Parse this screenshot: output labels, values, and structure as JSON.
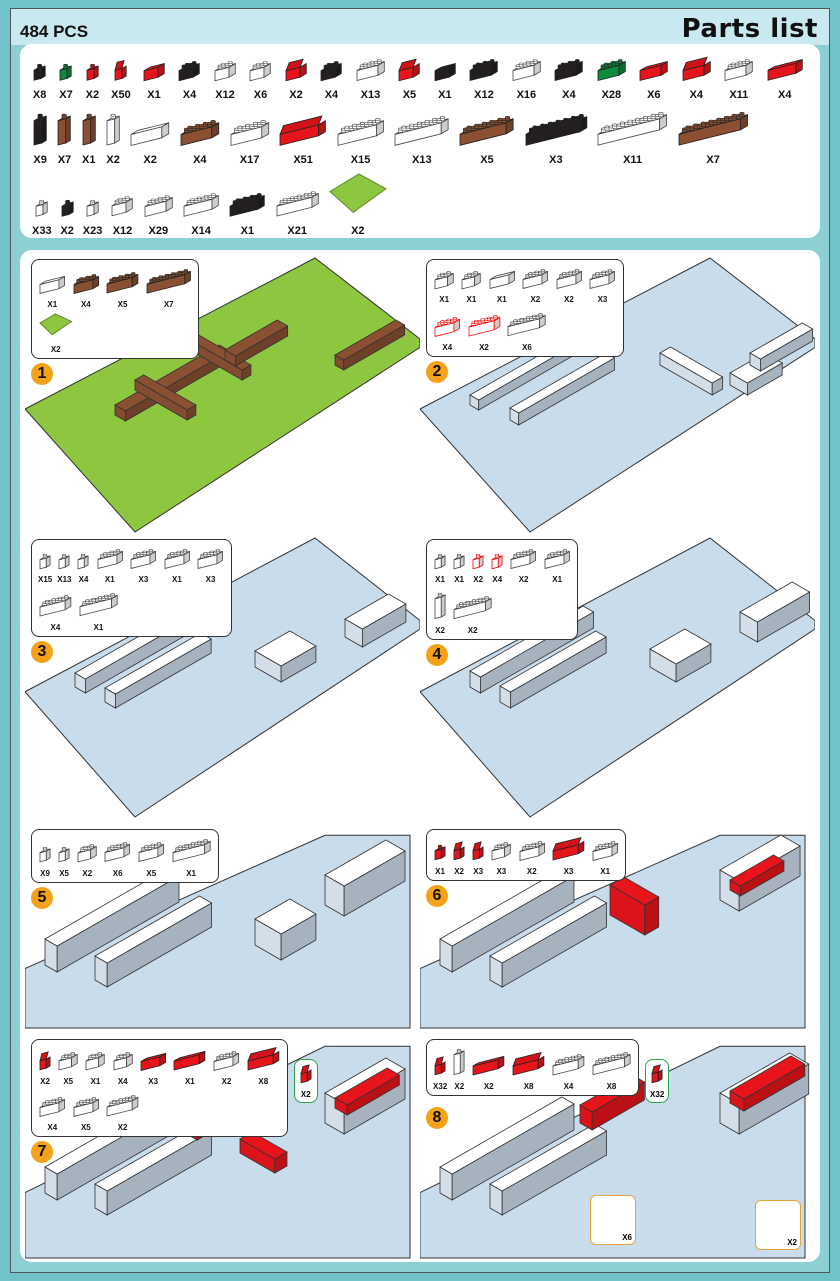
{
  "header": {
    "piece_count": "484 PCS",
    "title": "Parts list"
  },
  "colors": {
    "white": "#ffffff",
    "black": "#231f20",
    "red": "#e8141b",
    "green": "#0d8a3c",
    "brown": "#8b5032",
    "lime": "#8dc63f",
    "plate_blue": "#c9dcec",
    "badge": "#f5a21b"
  },
  "parts_rows": [
    [
      {
        "c": "black",
        "s": 1,
        "q": "X8"
      },
      {
        "c": "green",
        "s": 1,
        "q": "X7"
      },
      {
        "c": "red",
        "s": 1,
        "q": "X2"
      },
      {
        "c": "red",
        "s": 1,
        "q": "X50",
        "t": "slope"
      },
      {
        "c": "red",
        "s": 2,
        "q": "X1",
        "t": "smooth"
      },
      {
        "c": "black",
        "s": 2,
        "q": "X4"
      },
      {
        "c": "white",
        "s": 2,
        "q": "X12"
      },
      {
        "c": "white",
        "s": 2,
        "q": "X6"
      },
      {
        "c": "red",
        "s": 2,
        "q": "X2",
        "t": "slope"
      },
      {
        "c": "black",
        "s": 2,
        "q": "X4"
      },
      {
        "c": "white",
        "s": 3,
        "q": "X13"
      },
      {
        "c": "red",
        "s": 2,
        "q": "X5",
        "t": "slope"
      },
      {
        "c": "black",
        "s": 2,
        "q": "X1",
        "t": "smooth"
      },
      {
        "c": "black",
        "s": 3,
        "q": "X12"
      },
      {
        "c": "white",
        "s": 3,
        "q": "X16"
      },
      {
        "c": "black",
        "s": 3,
        "q": "X4"
      },
      {
        "c": "green",
        "s": 3,
        "q": "X28"
      },
      {
        "c": "red",
        "s": 3,
        "q": "X6",
        "t": "smooth"
      },
      {
        "c": "red",
        "s": 3,
        "q": "X4",
        "t": "slope"
      },
      {
        "c": "white",
        "s": 3,
        "q": "X11"
      },
      {
        "c": "red",
        "s": 4,
        "q": "X4",
        "t": "smooth"
      }
    ],
    [
      {
        "c": "black",
        "s": 1,
        "q": "X9",
        "t": "tall"
      },
      {
        "c": "brown",
        "s": 1,
        "q": "X7",
        "t": "tall"
      },
      {
        "c": "brown",
        "s": 1,
        "q": "X1",
        "t": "tall"
      },
      {
        "c": "white",
        "s": 1,
        "q": "X2",
        "t": "tall"
      },
      {
        "c": "white",
        "s": 4,
        "q": "X2",
        "t": "smooth"
      },
      {
        "c": "brown",
        "s": 4,
        "q": "X4"
      },
      {
        "c": "white",
        "s": 4,
        "q": "X17"
      },
      {
        "c": "red",
        "s": 5,
        "q": "X51",
        "t": "slope"
      },
      {
        "c": "white",
        "s": 5,
        "q": "X15"
      },
      {
        "c": "white",
        "s": 6,
        "q": "X13"
      },
      {
        "c": "brown",
        "s": 6,
        "q": "X5"
      },
      {
        "c": "black",
        "s": 7,
        "q": "X3"
      },
      {
        "c": "white",
        "s": 8,
        "q": "X11"
      },
      {
        "c": "brown",
        "s": 8,
        "q": "X7"
      }
    ],
    [
      {
        "c": "white",
        "s": 1,
        "q": "X33"
      },
      {
        "c": "black",
        "s": 1,
        "q": "X2"
      },
      {
        "c": "white",
        "s": 1,
        "q": "X23"
      },
      {
        "c": "white",
        "s": 2,
        "q": "X12"
      },
      {
        "c": "white",
        "s": 3,
        "q": "X29"
      },
      {
        "c": "white",
        "s": 4,
        "q": "X14"
      },
      {
        "c": "black",
        "s": 4,
        "q": "X1"
      },
      {
        "c": "white",
        "s": 5,
        "q": "X21"
      },
      {
        "c": "lime",
        "s": 8,
        "q": "X2",
        "t": "plate"
      }
    ]
  ],
  "steps": [
    {
      "number": "1",
      "plate": "lime",
      "parts": [
        [
          {
            "c": "white",
            "s": 3,
            "q": "X1",
            "t": "smooth"
          },
          {
            "c": "brown",
            "s": 3,
            "q": "X4"
          },
          {
            "c": "brown",
            "s": 4,
            "q": "X5"
          },
          {
            "c": "brown",
            "s": 6,
            "q": "X7"
          }
        ],
        [
          {
            "c": "lime",
            "s": 5,
            "q": "X2",
            "t": "plate"
          }
        ]
      ]
    },
    {
      "number": "2",
      "plate": "plate_blue",
      "parts": [
        [
          {
            "c": "white",
            "s": 2,
            "q": "X1"
          },
          {
            "c": "white",
            "s": 2,
            "q": "X1"
          },
          {
            "c": "white",
            "s": 3,
            "q": "X1",
            "t": "smooth"
          },
          {
            "c": "white",
            "s": 3,
            "q": "X2"
          },
          {
            "c": "white",
            "s": 3,
            "q": "X2"
          },
          {
            "c": "white",
            "s": 3,
            "q": "X3"
          }
        ],
        [
          {
            "c": "white",
            "s": 3,
            "q": "X4",
            "o": "red"
          },
          {
            "c": "white",
            "s": 4,
            "q": "X2",
            "o": "red"
          },
          {
            "c": "white",
            "s": 5,
            "q": "X6"
          }
        ]
      ]
    },
    {
      "number": "3",
      "plate": "plate_blue",
      "parts": [
        [
          {
            "c": "white",
            "s": 1,
            "q": "X15"
          },
          {
            "c": "white",
            "s": 1,
            "q": "X13"
          },
          {
            "c": "white",
            "s": 1,
            "q": "X4"
          },
          {
            "c": "white",
            "s": 3,
            "q": "X1"
          },
          {
            "c": "white",
            "s": 3,
            "q": "X3"
          },
          {
            "c": "white",
            "s": 3,
            "q": "X1"
          },
          {
            "c": "white",
            "s": 3,
            "q": "X3"
          }
        ],
        [
          {
            "c": "white",
            "s": 4,
            "q": "X4"
          },
          {
            "c": "white",
            "s": 5,
            "q": "X1"
          }
        ]
      ]
    },
    {
      "number": "4",
      "plate": "plate_blue",
      "parts": [
        [
          {
            "c": "white",
            "s": 1,
            "q": "X1"
          },
          {
            "c": "white",
            "s": 1,
            "q": "X1"
          },
          {
            "c": "white",
            "s": 1,
            "q": "X2",
            "o": "red"
          },
          {
            "c": "white",
            "s": 1,
            "q": "X4",
            "o": "red"
          },
          {
            "c": "white",
            "s": 3,
            "q": "X2"
          },
          {
            "c": "white",
            "s": 3,
            "q": "X1"
          }
        ],
        [
          {
            "c": "white",
            "s": 1,
            "q": "X2",
            "t": "tall"
          },
          {
            "c": "white",
            "s": 5,
            "q": "X2"
          }
        ]
      ]
    },
    {
      "number": "5",
      "plate": "plate_blue",
      "parts": [
        [
          {
            "c": "white",
            "s": 1,
            "q": "X9"
          },
          {
            "c": "white",
            "s": 1,
            "q": "X5"
          },
          {
            "c": "white",
            "s": 2,
            "q": "X2"
          },
          {
            "c": "white",
            "s": 3,
            "q": "X6"
          },
          {
            "c": "white",
            "s": 3,
            "q": "X5"
          },
          {
            "c": "white",
            "s": 5,
            "q": "X1"
          }
        ]
      ]
    },
    {
      "number": "6",
      "plate": "plate_blue",
      "parts": [
        [
          {
            "c": "red",
            "s": 1,
            "q": "X1"
          },
          {
            "c": "red",
            "s": 1,
            "q": "X2",
            "t": "slope"
          },
          {
            "c": "red",
            "s": 1,
            "q": "X3",
            "t": "slope"
          },
          {
            "c": "white",
            "s": 2,
            "q": "X3"
          },
          {
            "c": "white",
            "s": 3,
            "q": "X2"
          },
          {
            "c": "red",
            "s": 4,
            "q": "X3",
            "t": "slope"
          },
          {
            "c": "white",
            "s": 3,
            "q": "X1"
          }
        ]
      ]
    },
    {
      "number": "7",
      "plate": "plate_blue",
      "extra": {
        "c": "red",
        "s": 1,
        "q": "X2",
        "t": "slope"
      },
      "parts": [
        [
          {
            "c": "red",
            "s": 1,
            "q": "X2",
            "t": "slope"
          },
          {
            "c": "white",
            "s": 2,
            "q": "X5"
          },
          {
            "c": "white",
            "s": 2,
            "q": "X1"
          },
          {
            "c": "white",
            "s": 2,
            "q": "X4"
          },
          {
            "c": "red",
            "s": 3,
            "q": "X3",
            "t": "smooth"
          },
          {
            "c": "red",
            "s": 4,
            "q": "X1",
            "t": "smooth"
          },
          {
            "c": "white",
            "s": 3,
            "q": "X2"
          },
          {
            "c": "red",
            "s": 4,
            "q": "X8",
            "t": "slope"
          }
        ],
        [
          {
            "c": "white",
            "s": 3,
            "q": "X4"
          },
          {
            "c": "white",
            "s": 3,
            "q": "X5"
          },
          {
            "c": "white",
            "s": 4,
            "q": "X2"
          }
        ]
      ]
    },
    {
      "number": "8",
      "plate": "plate_blue",
      "extra": {
        "c": "red",
        "s": 1,
        "q": "X32",
        "t": "slope"
      },
      "callouts": [
        "X6",
        "X2"
      ],
      "parts": [
        [
          {
            "c": "red",
            "s": 1,
            "q": "X32",
            "t": "slope"
          },
          {
            "c": "white",
            "s": 1,
            "q": "X2",
            "t": "tall"
          },
          {
            "c": "red",
            "s": 4,
            "q": "X2",
            "t": "smooth"
          },
          {
            "c": "red",
            "s": 4,
            "q": "X8",
            "t": "slope"
          },
          {
            "c": "white",
            "s": 4,
            "q": "X4"
          },
          {
            "c": "white",
            "s": 5,
            "q": "X8"
          }
        ]
      ]
    }
  ]
}
